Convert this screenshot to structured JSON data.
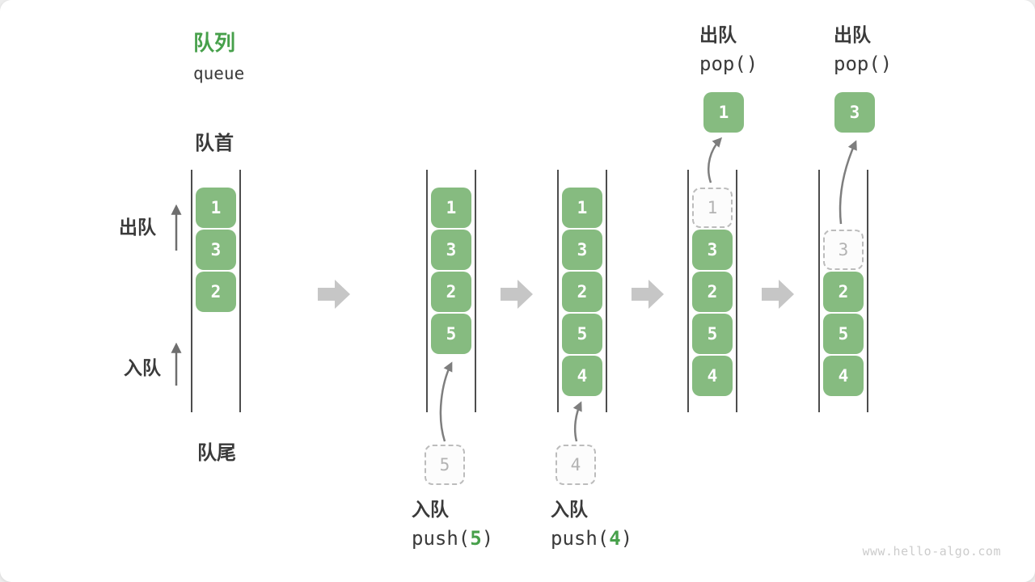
{
  "page": {
    "title_zh": "队列",
    "title_en": "queue",
    "watermark": "www.hello-algo.com"
  },
  "labels": {
    "front": "队首",
    "rear": "队尾",
    "dequeue_side": "出队",
    "enqueue_side": "入队"
  },
  "colors": {
    "cell_green": "#86bb80",
    "title_green": "#47a04b",
    "arg_green": "#47a04b",
    "text_dark": "#3a3a3a",
    "ghost_border": "#bcbcbc",
    "ghost_text": "#b3b3b3",
    "wall": "#4d4d4d",
    "block_arrow": "#c6c6c6",
    "curve_arrow": "#7e7e7e",
    "side_arrow": "#6e6e6e",
    "watermark": "#cccccc"
  },
  "ops": [
    {
      "zh": "入队",
      "code_pre": "push(",
      "arg": "5",
      "code_suf": ")"
    },
    {
      "zh": "入队",
      "code_pre": "push(",
      "arg": "4",
      "code_suf": ")"
    },
    {
      "zh": "出队",
      "code_pre": "pop()",
      "arg": "",
      "code_suf": ""
    },
    {
      "zh": "出队",
      "code_pre": "pop()",
      "arg": "",
      "code_suf": ""
    }
  ],
  "diagram": {
    "queues": [
      {
        "name": "state-1",
        "cells": [
          {
            "slot": 0,
            "value": "1",
            "ghost": false
          },
          {
            "slot": 1,
            "value": "3",
            "ghost": false
          },
          {
            "slot": 2,
            "value": "2",
            "ghost": false
          }
        ]
      },
      {
        "name": "state-2-after-push-5",
        "cells": [
          {
            "slot": 0,
            "value": "1",
            "ghost": false
          },
          {
            "slot": 1,
            "value": "3",
            "ghost": false
          },
          {
            "slot": 2,
            "value": "2",
            "ghost": false
          },
          {
            "slot": 3,
            "value": "5",
            "ghost": false
          }
        ]
      },
      {
        "name": "state-3-after-push-4",
        "cells": [
          {
            "slot": 0,
            "value": "1",
            "ghost": false
          },
          {
            "slot": 1,
            "value": "3",
            "ghost": false
          },
          {
            "slot": 2,
            "value": "2",
            "ghost": false
          },
          {
            "slot": 3,
            "value": "5",
            "ghost": false
          },
          {
            "slot": 4,
            "value": "4",
            "ghost": false
          }
        ]
      },
      {
        "name": "state-4-after-pop-1",
        "cells": [
          {
            "slot": 0,
            "value": "1",
            "ghost": true
          },
          {
            "slot": 1,
            "value": "3",
            "ghost": false
          },
          {
            "slot": 2,
            "value": "2",
            "ghost": false
          },
          {
            "slot": 3,
            "value": "5",
            "ghost": false
          },
          {
            "slot": 4,
            "value": "4",
            "ghost": false
          }
        ]
      },
      {
        "name": "state-5-after-pop-3",
        "cells": [
          {
            "slot": 1,
            "value": "3",
            "ghost": true
          },
          {
            "slot": 2,
            "value": "2",
            "ghost": false
          },
          {
            "slot": 3,
            "value": "5",
            "ghost": false
          },
          {
            "slot": 4,
            "value": "4",
            "ghost": false
          }
        ]
      }
    ],
    "float_cells": [
      {
        "type": "push-source",
        "queue": 1,
        "value": "5"
      },
      {
        "type": "push-source",
        "queue": 2,
        "value": "4"
      },
      {
        "type": "pop-result",
        "queue": 3,
        "value": "1"
      },
      {
        "type": "pop-result",
        "queue": 4,
        "value": "3"
      }
    ]
  }
}
